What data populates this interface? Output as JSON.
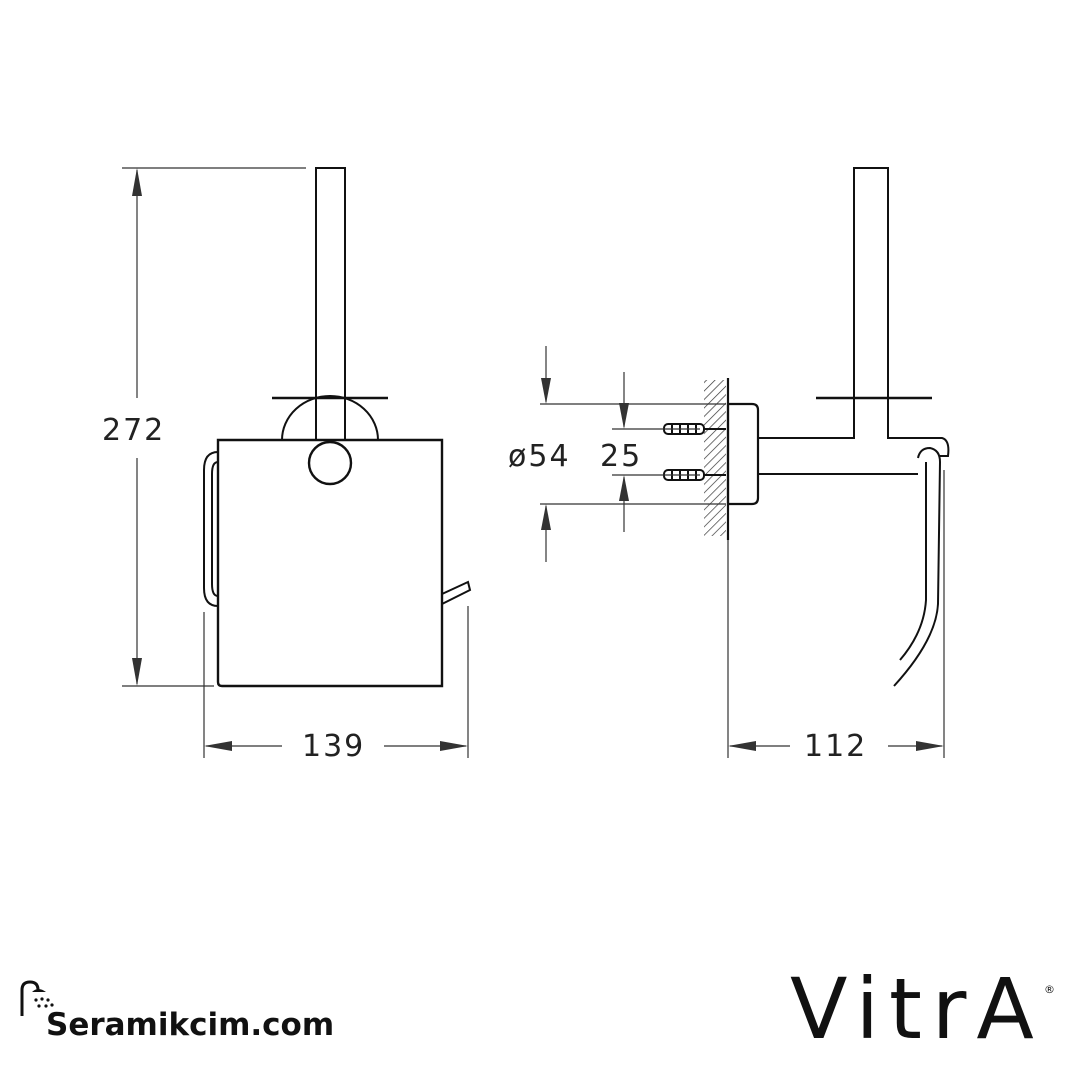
{
  "dimensions": {
    "height": "272",
    "front_width": "139",
    "side_depth": "112",
    "flange_diameter": "ø54",
    "fixing_spacing": "25"
  },
  "branding": {
    "site": "Seramikcim.com",
    "logo": "VitrA",
    "registered_mark": "®",
    "site_icon": "shower-icon"
  }
}
